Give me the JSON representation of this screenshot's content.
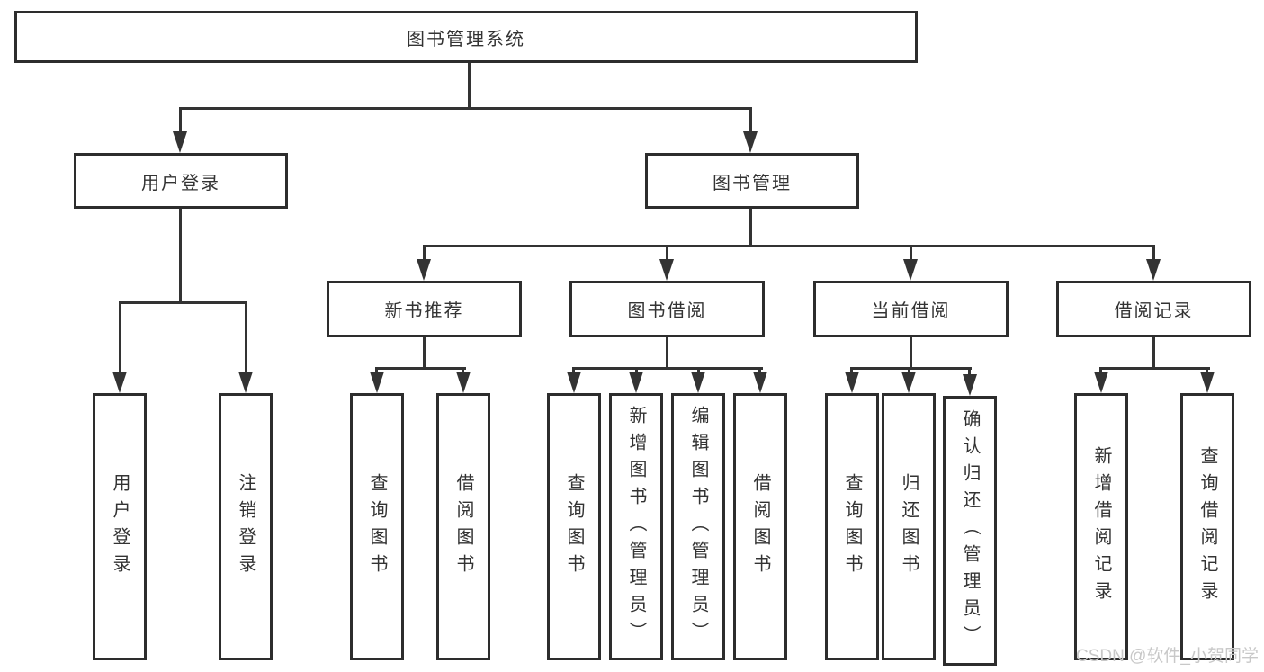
{
  "nodes": {
    "root": {
      "label": "图书管理系统"
    },
    "level2": [
      {
        "label": "用户登录"
      },
      {
        "label": "图书管理"
      }
    ],
    "level3": [
      {
        "label": "新书推荐"
      },
      {
        "label": "图书借阅"
      },
      {
        "label": "当前借阅"
      },
      {
        "label": "借阅记录"
      }
    ],
    "leaves": {
      "user_login": [
        {
          "label": "用户登录"
        },
        {
          "label": "注销登录"
        }
      ],
      "new_books": [
        {
          "label": "查询图书"
        },
        {
          "label": "借阅图书"
        }
      ],
      "book_borrow": [
        {
          "label": "查询图书"
        },
        {
          "label": "新增图书（管理员）"
        },
        {
          "label": "编辑图书（管理员）"
        },
        {
          "label": "借阅图书"
        }
      ],
      "current_borrow": [
        {
          "label": "查询图书"
        },
        {
          "label": "归还图书"
        },
        {
          "label": "确认归还（管理员）"
        }
      ],
      "borrow_records": [
        {
          "label": "新增借阅记录"
        },
        {
          "label": "查询借阅记录"
        }
      ]
    }
  },
  "watermark": {
    "text": "CSDN @软件_小贺同学",
    "color": "#c8c8c8"
  },
  "colors": {
    "line": "#333333",
    "border": "#2d2d2d",
    "text": "#333333",
    "background": "#ffffff"
  }
}
